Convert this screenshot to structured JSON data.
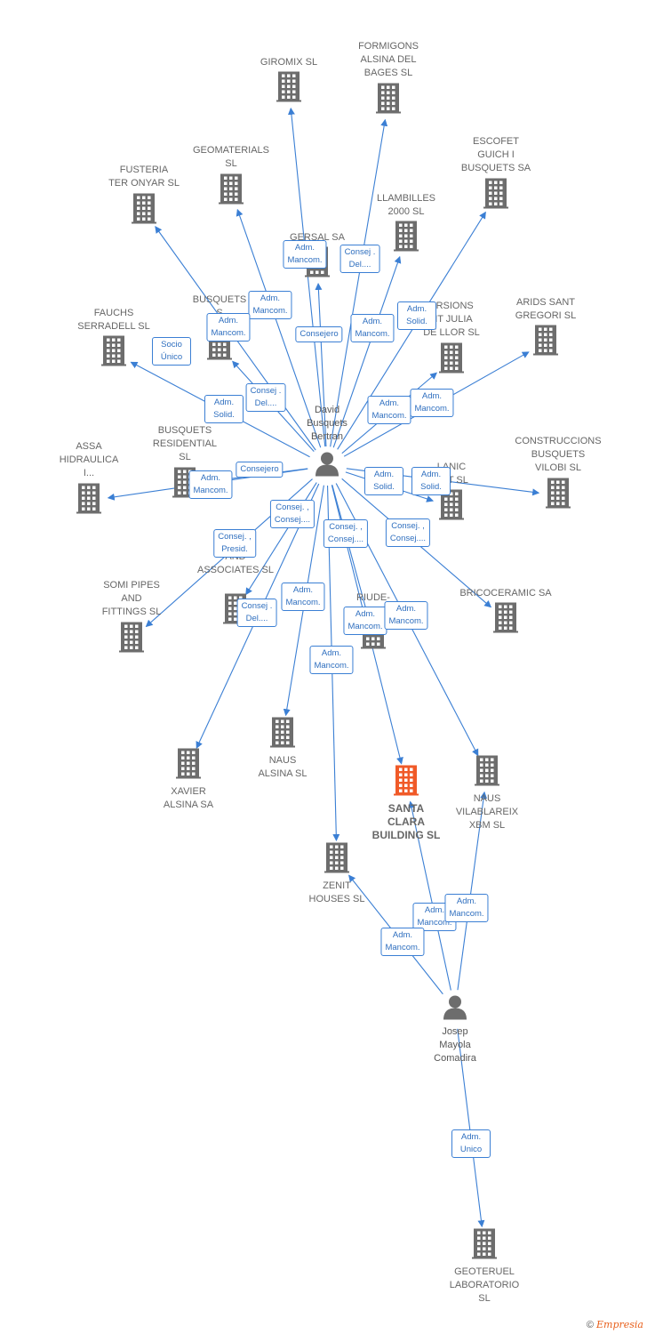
{
  "colors": {
    "edge": "#3b7fd4",
    "building": "#6d6d6d",
    "highlight": "#f05a28",
    "person": "#6d6d6d"
  },
  "companies": [
    {
      "id": "giromix",
      "label": "GIROMIX SL"
    },
    {
      "id": "formigons",
      "label": "FORMIGONS\nALSINA DEL\nBAGES  SL"
    },
    {
      "id": "geomaterials",
      "label": "GEOMATERIALS\nSL"
    },
    {
      "id": "escofet",
      "label": "ESCOFET\nGUICH I\nBUSQUETS SA"
    },
    {
      "id": "fusteria",
      "label": "FUSTERIA\nTER ONYAR  SL"
    },
    {
      "id": "llambilles",
      "label": "LLAMBILLES\n2000  SL"
    },
    {
      "id": "gersal",
      "label": "GERSAL SA"
    },
    {
      "id": "busquets_sl",
      "label": "BUSQUETS\nS"
    },
    {
      "id": "fauchs",
      "label": "FAUCHS\nSERRADELL SL"
    },
    {
      "id": "inversions",
      "label": "ERSIONS\nNT JULIA\nDE LLOR SL"
    },
    {
      "id": "arids",
      "label": "ARIDS SANT\nGREGORI  SL"
    },
    {
      "id": "busquets_res",
      "label": "BUSQUETS\nRESIDENTIAL\nSL"
    },
    {
      "id": "assa",
      "label": "ASSA\nHIDRAULICA\nI..."
    },
    {
      "id": "construccions",
      "label": "CONSTRUCCIONS\nBUSQUETS\nVILOBI  SL"
    },
    {
      "id": "lanic",
      "label": "LANIC\nEPT SL"
    },
    {
      "id": "associates",
      "label": "AND\nASSOCIATES SL"
    },
    {
      "id": "somi",
      "label": "SOMI PIPES\nAND\nFITTINGS  SL"
    },
    {
      "id": "bricoceramic",
      "label": "BRICOCERAMIC SA"
    },
    {
      "id": "riude",
      "label": "RIUDE-"
    },
    {
      "id": "naus_alsina",
      "label": "NAUS\nALSINA SL"
    },
    {
      "id": "xavier",
      "label": "XAVIER\nALSINA SA"
    },
    {
      "id": "santa_clara",
      "label": "SANTA\nCLARA\nBUILDING  SL"
    },
    {
      "id": "naus_vila",
      "label": "NAUS\nVILABLAREIX\nXBM  SL"
    },
    {
      "id": "zenit",
      "label": "ZENIT\nHOUSES  SL"
    },
    {
      "id": "geoteruel",
      "label": "GEOTERUEL\nLABORATORIO\nSL"
    }
  ],
  "persons": [
    {
      "id": "david",
      "label": "David\nBusquets\nBertran"
    },
    {
      "id": "josep",
      "label": "Josep\nMayola\nComadira"
    }
  ],
  "roles": [
    {
      "id": "r_gersal",
      "text": "Adm.\nMancom."
    },
    {
      "id": "r_formigons",
      "text": "Consej .\nDel...."
    },
    {
      "id": "r_geomat",
      "text": "Adm.\nMancom."
    },
    {
      "id": "r_busq_sl",
      "text": "Adm.\nMancom."
    },
    {
      "id": "r_fauchs",
      "text": "Socio\nÚnico"
    },
    {
      "id": "r_consejero1",
      "text": "Consejero"
    },
    {
      "id": "r_llamb",
      "text": "Adm.\nMancom."
    },
    {
      "id": "r_escofet",
      "text": "Adm.\nSolid."
    },
    {
      "id": "r_fusteria",
      "text": "Consej .\nDel...."
    },
    {
      "id": "r_fauchs2",
      "text": "Adm.\nSolid."
    },
    {
      "id": "r_inv",
      "text": "Adm.\nMancom."
    },
    {
      "id": "r_arids",
      "text": "Adm.\nMancom."
    },
    {
      "id": "r_consejero2",
      "text": "Consejero"
    },
    {
      "id": "r_assa",
      "text": "Adm.\nMancom."
    },
    {
      "id": "r_lanic",
      "text": "Adm.\nSolid."
    },
    {
      "id": "r_constr",
      "text": "Adm.\nSolid."
    },
    {
      "id": "r_assoc",
      "text": "Consej. ,\nConsej...."
    },
    {
      "id": "r_somi",
      "text": "Consej. ,\nPresid."
    },
    {
      "id": "r_riude",
      "text": "Consej. ,\nConsej...."
    },
    {
      "id": "r_brico",
      "text": "Consej. ,\nConsej...."
    },
    {
      "id": "r_naus_al",
      "text": "Adm.\nMancom."
    },
    {
      "id": "r_xavier",
      "text": "Consej .\nDel...."
    },
    {
      "id": "r_santa",
      "text": "Adm.\nMancom."
    },
    {
      "id": "r_naus_vi",
      "text": "Adm.\nMancom."
    },
    {
      "id": "r_zenit",
      "text": "Adm.\nMancom."
    },
    {
      "id": "r_j_santa",
      "text": "Adm.\nMancom."
    },
    {
      "id": "r_j_vila",
      "text": "Adm.\nMancom."
    },
    {
      "id": "r_j_zenit",
      "text": "Adm.\nMancom."
    },
    {
      "id": "r_j_geo",
      "text": "Adm.\nUnico"
    }
  ],
  "footer": {
    "copyright": "©",
    "brand": "Empresia"
  }
}
